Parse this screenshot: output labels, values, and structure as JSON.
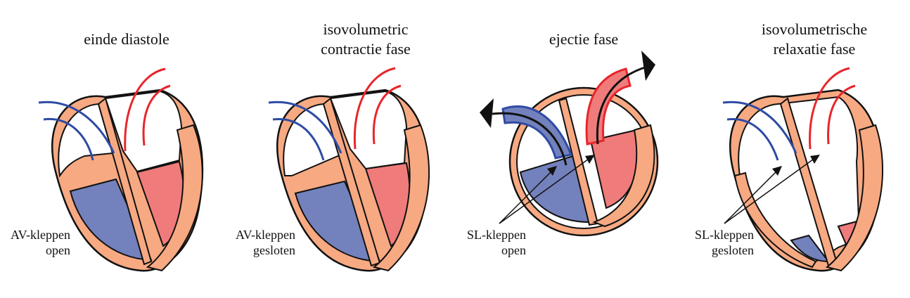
{
  "colors": {
    "wall": "#F7A982",
    "deoxygenated_blood": "#7381BC",
    "oxygenated_blood": "#F07B7B",
    "vein_blue": "#2E4BA5",
    "artery_red": "#E8262B",
    "outline": "#111111"
  },
  "panels": [
    {
      "title_lines": [
        "einde diastole"
      ],
      "label_lines": [
        "AV-kleppen",
        "open"
      ]
    },
    {
      "title_lines": [
        "isovolumetric",
        "contractie fase"
      ],
      "label_lines": [
        "AV-kleppen",
        "gesloten"
      ]
    },
    {
      "title_lines": [
        "ejectie fase"
      ],
      "label_lines": [
        "SL-kleppen",
        "open"
      ]
    },
    {
      "title_lines": [
        "isovolumetrische",
        "relaxatie fase"
      ],
      "label_lines": [
        "SL-kleppen",
        "gesloten"
      ]
    }
  ]
}
